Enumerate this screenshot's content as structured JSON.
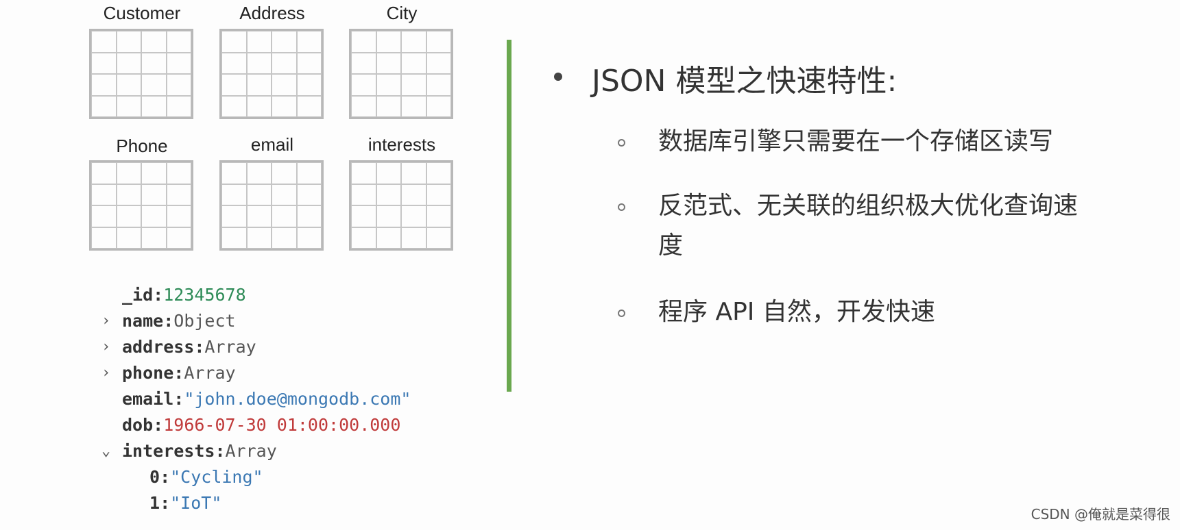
{
  "tables": [
    {
      "label": "Customer"
    },
    {
      "label": "Address"
    },
    {
      "label": "City"
    },
    {
      "label": "Phone"
    },
    {
      "label": "email"
    },
    {
      "label": "interests"
    }
  ],
  "document_tree": [
    {
      "expander": "",
      "key": "_id",
      "value": "12345678",
      "type": "num"
    },
    {
      "expander": "›",
      "key": "name",
      "value": "Object",
      "type": "type"
    },
    {
      "expander": "›",
      "key": "address",
      "value": "Array",
      "type": "type"
    },
    {
      "expander": "›",
      "key": "phone",
      "value": "Array",
      "type": "type"
    },
    {
      "expander": "",
      "key": "email",
      "value": "\"john.doe@mongodb.com\"",
      "type": "str"
    },
    {
      "expander": "",
      "key": "dob",
      "value": "1966-07-30 01:00:00.000",
      "type": "date"
    },
    {
      "expander": "⌄",
      "key": "interests",
      "value": "Array",
      "type": "type"
    },
    {
      "expander": "",
      "key": "0",
      "value": "\"Cycling\"",
      "type": "str",
      "sub": true
    },
    {
      "expander": "",
      "key": "1",
      "value": "\"IoT\"",
      "type": "str",
      "sub": true
    }
  ],
  "heading": "JSON 模型之快速特性:",
  "points": [
    {
      "text": "数据库引擎只需要在一个存储区读写"
    },
    {
      "text": "反范式、无关联的组织极大优化查询速度"
    },
    {
      "text": "程序 API 自然，开发快速"
    }
  ],
  "watermark": "CSDN @俺就是菜得很",
  "colors": {
    "divider": "#6aa84f",
    "number": "#2e8b57",
    "string": "#3b78b3",
    "date": "#c03a3a"
  }
}
